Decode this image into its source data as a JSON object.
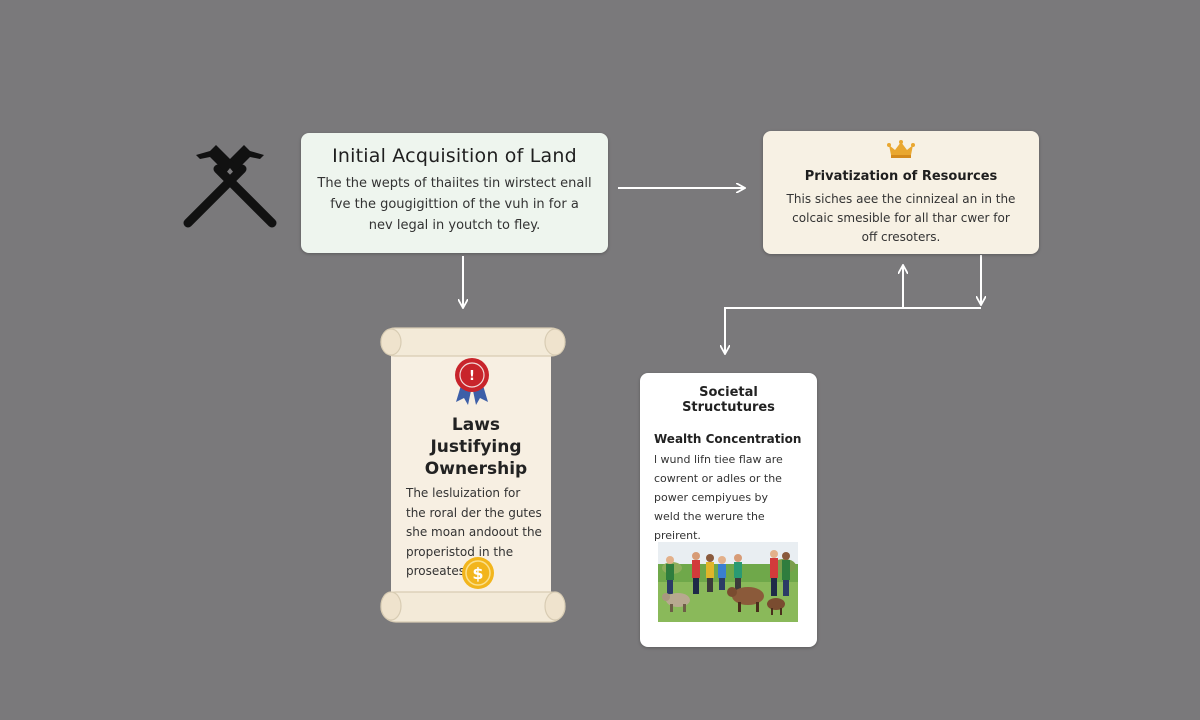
{
  "nodes": {
    "initial_acquisition": {
      "title": "Initial Acquisition of Land",
      "body_lines": [
        "The the wepts of thaiites tin wirstect enall",
        "fve the gougigittion of the vuh in for a",
        "nev legal in youtch to fley."
      ]
    },
    "privatization": {
      "title": "Privatization of Resources",
      "body_lines": [
        "This siches aee the cinnizeal an in the",
        "colcaic smesible for all thar cwer for",
        "off cresoters."
      ]
    },
    "laws": {
      "title_lines": [
        "Laws Justifying",
        "Ownership"
      ],
      "body_lines": [
        "The lesluization for",
        "the roral der the gutes",
        "she moan andoout the",
        "properistod in the",
        "proseates."
      ]
    },
    "societal": {
      "title": "Societal Structutures",
      "subtitle": "Wealth Concentration",
      "body_lines": [
        "l wund lifn tiee flaw are",
        "cowrent or adles or the",
        "power cempiyues by",
        "weld the werure the",
        "preirent."
      ]
    }
  },
  "icons": {
    "tools": "crossed-hammers-icon",
    "crown": "crown-icon",
    "seal": "award-ribbon-icon",
    "coin": "dollar-coin-icon",
    "coin_symbol": "$",
    "seal_symbol": "!",
    "illustration": "people-and-livestock-illustration"
  },
  "colors": {
    "background": "#7a797b",
    "arrow": "#ffffff",
    "seal_red": "#c8242b",
    "ribbon_blue": "#3d5fa8",
    "coin_gold": "#f2b51c",
    "crown_gold": "#e9a730"
  }
}
